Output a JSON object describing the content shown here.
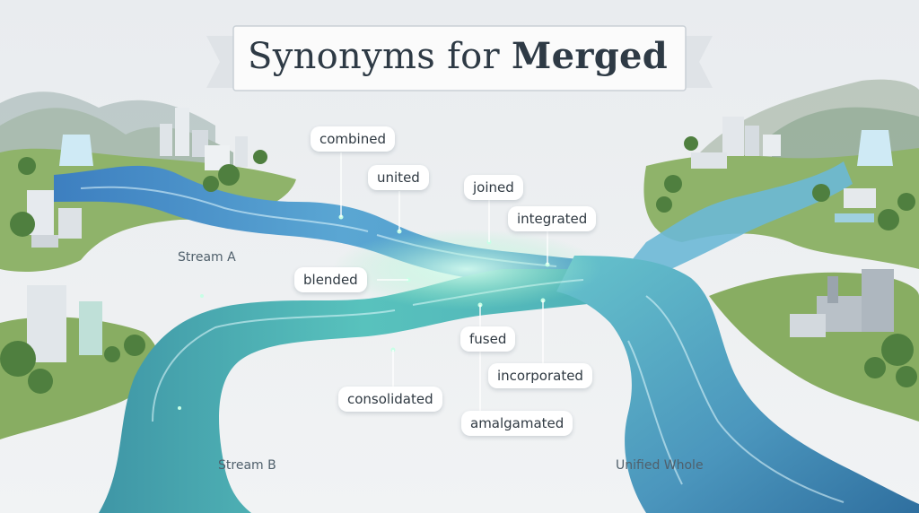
{
  "title": {
    "prefix": "Synonyms for",
    "emphasis": "Merged"
  },
  "synonyms": [
    "combined",
    "united",
    "joined",
    "integrated",
    "blended",
    "fused",
    "incorporated",
    "consolidated",
    "amalgamated"
  ],
  "streams": {
    "a": "Stream A",
    "b": "Stream B",
    "result": "Unified Whole"
  },
  "colors": {
    "background": "#eef0f2",
    "river_dark": "#2f6f9f",
    "river_light": "#7fd0d8",
    "glow": "#9ef0c8",
    "grass": "#7fa85a"
  }
}
